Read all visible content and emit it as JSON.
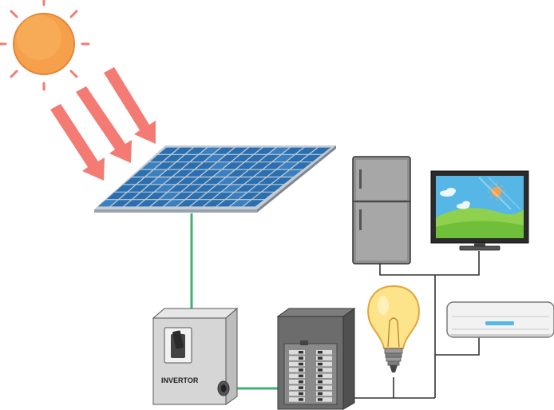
{
  "diagram": {
    "inverter": {
      "label": "INVERTOR"
    }
  },
  "colors": {
    "sun": "#f7a04b",
    "sun_rays": "#f37b73",
    "solar_cell": "#2a6fb0",
    "solar_frame": "#b5bcc4",
    "dc_wire": "#3cb371",
    "ac_wire": "#333333",
    "bulb_glass": "#fde38a",
    "display_sky": "#56b7e6",
    "display_grass": "#8fd14f"
  },
  "components": [
    "sun",
    "solar-panel",
    "inverter",
    "breaker-panel",
    "refrigerator",
    "television",
    "light-bulb",
    "air-conditioner"
  ]
}
